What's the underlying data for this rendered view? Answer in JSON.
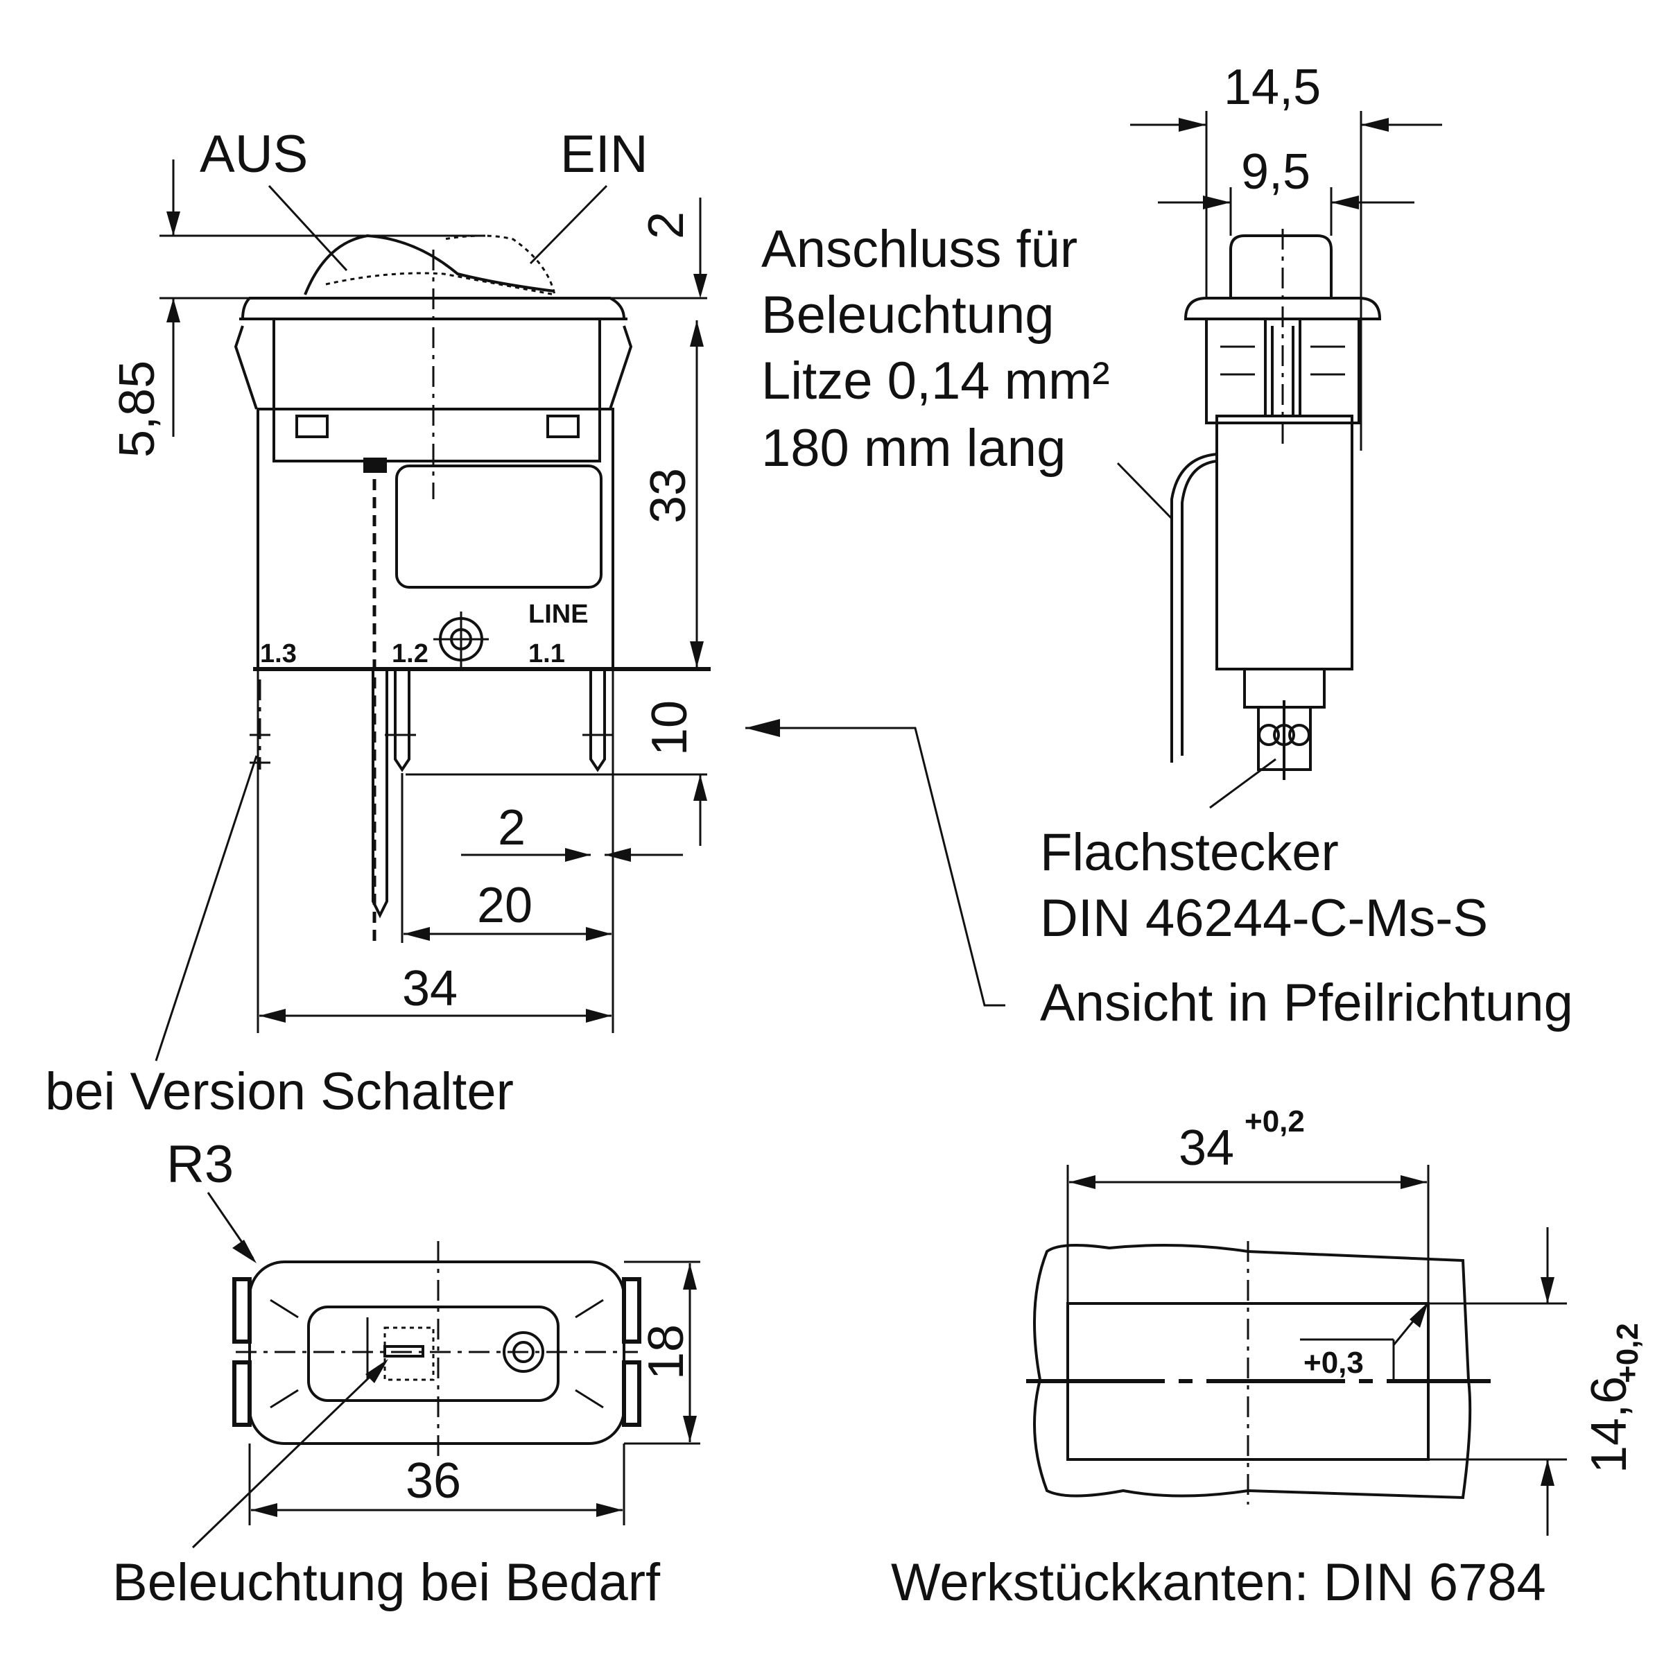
{
  "front_view": {
    "label_aus": "AUS",
    "label_ein": "EIN",
    "dim_rocker_height": "2",
    "dim_5_85": "5,85",
    "dim_body_height": "33",
    "dim_pin_length": "10",
    "dim_pin_width": "2",
    "dim_pin_spacing": "20",
    "dim_width": "34",
    "terminal_1_3": "1.3",
    "terminal_1_2": "1.2",
    "terminal_1_1": "1.1",
    "terminal_line": "LINE",
    "note_version": "bei Version Schalter"
  },
  "side_view": {
    "dim_outer_width": "14,5",
    "dim_inner_width": "9,5",
    "wire_note_line1": "Anschluss für",
    "wire_note_line2": "Beleuchtung",
    "wire_note_line3": "Litze 0,14 mm²",
    "wire_note_line4": "180 mm lang",
    "connector_line1": "Flachstecker",
    "connector_line2": "DIN 46244-C-Ms-S",
    "view_direction": "Ansicht in Pfeilrichtung"
  },
  "top_view": {
    "radius_label": "R3",
    "dim_height": "18",
    "dim_width": "36",
    "illumination_note": "Beleuchtung bei Bedarf"
  },
  "cutout": {
    "dim_width": "34",
    "dim_width_tol": "+0,2",
    "dim_height": "14,6",
    "dim_height_tol": "+0,2",
    "dim_corner_tol": "+0,3",
    "edges_note": "Werkstückkanten: DIN 6784"
  }
}
